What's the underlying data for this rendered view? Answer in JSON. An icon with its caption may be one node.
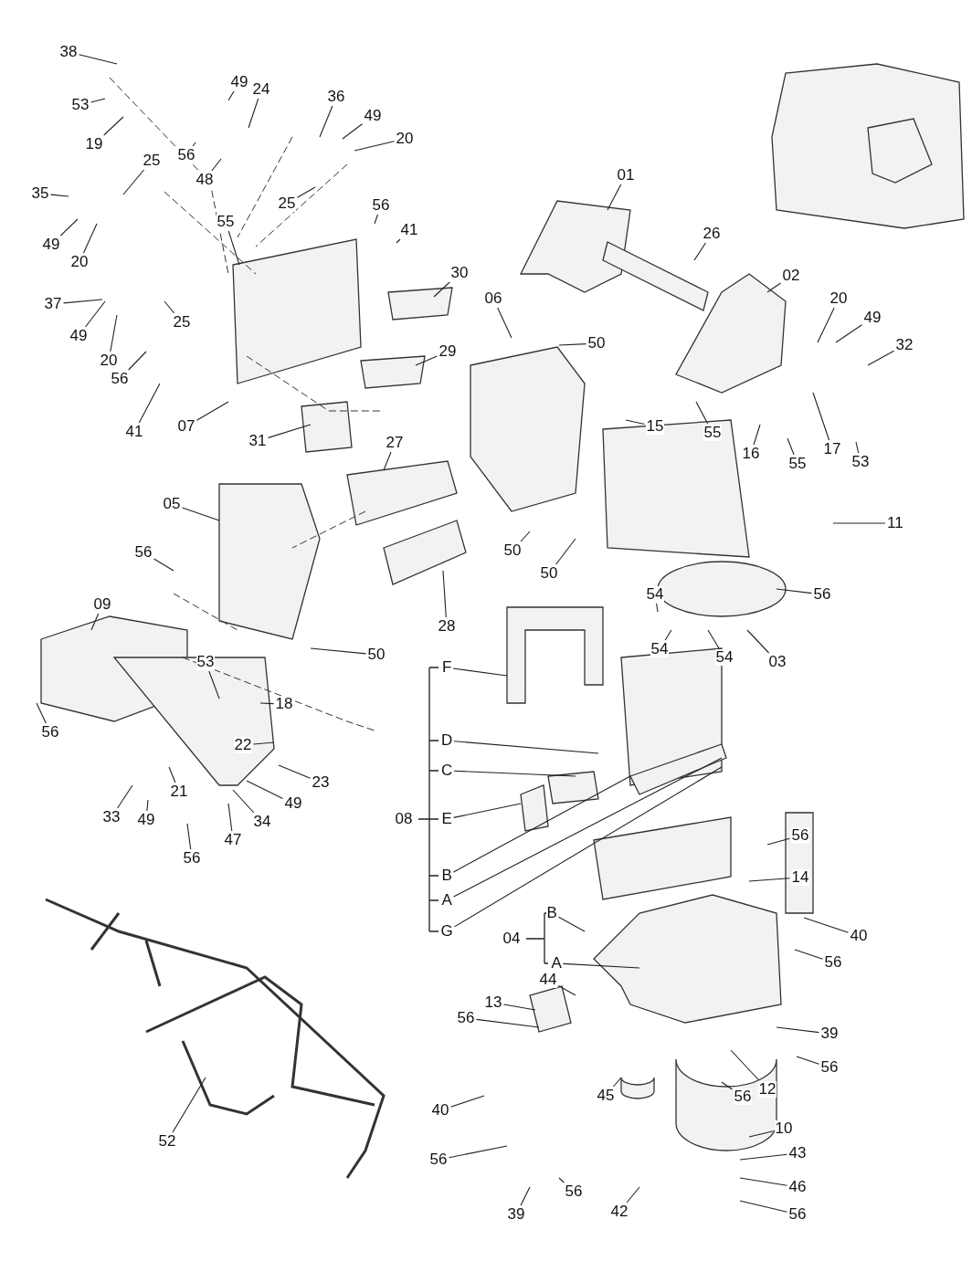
{
  "diagram": {
    "nodes": [
      {
        "text": [
          "38"
        ]
      },
      {
        "text": [
          "53"
        ]
      },
      {
        "text": [
          "19"
        ]
      },
      {
        "text": [
          "49"
        ]
      },
      {
        "text": [
          "24"
        ]
      },
      {
        "text": [
          "56"
        ]
      },
      {
        "text": [
          "48"
        ]
      },
      {
        "text": [
          "36"
        ]
      },
      {
        "text": [
          "49"
        ]
      },
      {
        "text": [
          "20"
        ]
      },
      {
        "text": [
          "25"
        ]
      },
      {
        "text": [
          "25"
        ]
      },
      {
        "text": [
          "35"
        ]
      },
      {
        "text": [
          "49"
        ]
      },
      {
        "text": [
          "20"
        ]
      },
      {
        "text": [
          "55"
        ]
      },
      {
        "text": [
          "56"
        ]
      },
      {
        "text": [
          "41"
        ]
      },
      {
        "text": [
          "30"
        ]
      },
      {
        "text": [
          "37"
        ]
      },
      {
        "text": [
          "25"
        ]
      },
      {
        "text": [
          "49"
        ]
      },
      {
        "text": [
          "20"
        ]
      },
      {
        "text": [
          "56"
        ]
      },
      {
        "text": [
          "41"
        ]
      },
      {
        "text": [
          "07"
        ]
      },
      {
        "text": [
          "29"
        ]
      },
      {
        "text": [
          "31"
        ]
      },
      {
        "text": [
          "01"
        ]
      },
      {
        "text": [
          "26"
        ]
      },
      {
        "text": [
          "02"
        ]
      },
      {
        "text": [
          "06"
        ]
      },
      {
        "text": [
          "50"
        ]
      },
      {
        "text": [
          "20"
        ]
      },
      {
        "text": [
          "49"
        ]
      },
      {
        "text": [
          "32"
        ]
      },
      {
        "text": [
          "15"
        ]
      },
      {
        "text": [
          "55"
        ]
      },
      {
        "text": [
          "17"
        ]
      },
      {
        "text": [
          "16"
        ]
      },
      {
        "text": [
          "53"
        ]
      },
      {
        "text": [
          "55"
        ]
      },
      {
        "text": [
          "11"
        ]
      },
      {
        "text": [
          "05"
        ]
      },
      {
        "text": [
          "27"
        ]
      },
      {
        "text": [
          "56"
        ]
      },
      {
        "text": [
          "50"
        ]
      },
      {
        "text": [
          "50"
        ]
      },
      {
        "text": [
          "09"
        ]
      },
      {
        "text": [
          "56"
        ]
      },
      {
        "text": [
          "54"
        ]
      },
      {
        "text": [
          "54"
        ]
      },
      {
        "text": [
          "54"
        ]
      },
      {
        "text": [
          "03"
        ]
      },
      {
        "text": [
          "28"
        ]
      },
      {
        "text": [
          "50"
        ]
      },
      {
        "text": [
          "53"
        ]
      },
      {
        "text": [
          "18"
        ]
      },
      {
        "text": [
          "56"
        ]
      },
      {
        "text": [
          "22"
        ]
      },
      {
        "text": [
          "23"
        ]
      },
      {
        "text": [
          "33"
        ]
      },
      {
        "text": [
          "21"
        ]
      },
      {
        "text": [
          "49"
        ]
      },
      {
        "text": [
          "49"
        ]
      },
      {
        "text": [
          "34"
        ]
      },
      {
        "text": [
          "47"
        ]
      },
      {
        "text": [
          "56"
        ]
      },
      {
        "text": [
          "F"
        ]
      },
      {
        "text": [
          "D"
        ]
      },
      {
        "text": [
          "C"
        ]
      },
      {
        "text": [
          "E"
        ]
      },
      {
        "text": [
          "B"
        ]
      },
      {
        "text": [
          "A"
        ]
      },
      {
        "text": [
          "G"
        ]
      },
      {
        "text": [
          "B"
        ]
      },
      {
        "text": [
          "A"
        ]
      },
      {
        "text": [
          "56"
        ]
      },
      {
        "text": [
          "14"
        ]
      },
      {
        "text": [
          "40"
        ]
      },
      {
        "text": [
          "56"
        ]
      },
      {
        "text": [
          "44"
        ]
      },
      {
        "text": [
          "13"
        ]
      },
      {
        "text": [
          "56"
        ]
      },
      {
        "text": [
          "39"
        ]
      },
      {
        "text": [
          "56"
        ]
      },
      {
        "text": [
          "12"
        ]
      },
      {
        "text": [
          "56"
        ]
      },
      {
        "text": [
          "45"
        ]
      },
      {
        "text": [
          "40"
        ]
      },
      {
        "text": [
          "10"
        ]
      },
      {
        "text": [
          "43"
        ]
      },
      {
        "text": [
          "46"
        ]
      },
      {
        "text": [
          "56"
        ]
      },
      {
        "text": [
          "56"
        ]
      },
      {
        "text": [
          "39"
        ]
      },
      {
        "text": [
          "56"
        ]
      },
      {
        "text": [
          "42"
        ]
      },
      {
        "text": [
          "52"
        ]
      }
    ],
    "edges": [
      {
        "from": 0,
        "to": null,
        "arrow": "none"
      },
      {
        "from": 1,
        "to": null,
        "arrow": "none"
      },
      {
        "from": 2,
        "to": null,
        "arrow": "none"
      },
      {
        "from": 3,
        "to": null,
        "arrow": "none"
      },
      {
        "from": 4,
        "to": null,
        "arrow": "none"
      },
      {
        "from": 5,
        "to": null,
        "arrow": "none"
      },
      {
        "from": 6,
        "to": null,
        "arrow": "none"
      },
      {
        "from": 7,
        "to": null,
        "arrow": "none"
      },
      {
        "from": 8,
        "to": null,
        "arrow": "none"
      },
      {
        "from": 9,
        "to": null,
        "arrow": "none"
      },
      {
        "from": 10,
        "to": null,
        "arrow": "none"
      },
      {
        "from": 11,
        "to": null,
        "arrow": "none"
      },
      {
        "from": 12,
        "to": null,
        "arrow": "none"
      },
      {
        "from": 13,
        "to": null,
        "arrow": "none"
      },
      {
        "from": 14,
        "to": null,
        "arrow": "none"
      },
      {
        "from": 15,
        "to": null,
        "arrow": "none"
      },
      {
        "from": 16,
        "to": null,
        "arrow": "none"
      },
      {
        "from": 17,
        "to": null,
        "arrow": "none"
      },
      {
        "from": 18,
        "to": null,
        "arrow": "none"
      },
      {
        "from": 19,
        "to": null,
        "arrow": "none"
      },
      {
        "from": 20,
        "to": null,
        "arrow": "none"
      },
      {
        "from": 21,
        "to": null,
        "arrow": "none"
      },
      {
        "from": 22,
        "to": null,
        "arrow": "none"
      },
      {
        "from": 23,
        "to": null,
        "arrow": "none"
      },
      {
        "from": 24,
        "to": null,
        "arrow": "none"
      },
      {
        "from": 25,
        "to": null,
        "arrow": "none"
      },
      {
        "from": 26,
        "to": null,
        "arrow": "none"
      },
      {
        "from": 27,
        "to": null,
        "arrow": "none"
      },
      {
        "from": 28,
        "to": null,
        "arrow": "none"
      },
      {
        "from": 29,
        "to": null,
        "arrow": "none"
      },
      {
        "from": 30,
        "to": null,
        "arrow": "none"
      },
      {
        "from": 31,
        "to": null,
        "arrow": "none"
      },
      {
        "from": 32,
        "to": null,
        "arrow": "none"
      },
      {
        "from": 33,
        "to": null,
        "arrow": "none"
      },
      {
        "from": 34,
        "to": null,
        "arrow": "none"
      },
      {
        "from": 35,
        "to": null,
        "arrow": "none"
      },
      {
        "from": 36,
        "to": null,
        "arrow": "none"
      },
      {
        "from": 37,
        "to": null,
        "arrow": "none"
      },
      {
        "from": 38,
        "to": null,
        "arrow": "none"
      },
      {
        "from": 39,
        "to": null,
        "arrow": "none"
      },
      {
        "from": 40,
        "to": null,
        "arrow": "none"
      },
      {
        "from": 41,
        "to": null,
        "arrow": "none"
      },
      {
        "from": 42,
        "to": null,
        "arrow": "none"
      },
      {
        "from": 43,
        "to": null,
        "arrow": "none"
      },
      {
        "from": 44,
        "to": null,
        "arrow": "none"
      },
      {
        "from": 45,
        "to": null,
        "arrow": "none"
      },
      {
        "from": 46,
        "to": null,
        "arrow": "none"
      },
      {
        "from": 47,
        "to": null,
        "arrow": "none"
      },
      {
        "from": 48,
        "to": null,
        "arrow": "none"
      },
      {
        "from": 49,
        "to": null,
        "arrow": "none"
      },
      {
        "from": 50,
        "to": null,
        "arrow": "none"
      },
      {
        "from": 51,
        "to": null,
        "arrow": "none"
      },
      {
        "from": 52,
        "to": null,
        "arrow": "none"
      },
      {
        "from": 53,
        "to": null,
        "arrow": "none"
      },
      {
        "from": 54,
        "to": null,
        "arrow": "none"
      },
      {
        "from": 55,
        "to": null,
        "arrow": "none"
      },
      {
        "from": 56,
        "to": null,
        "arrow": "none"
      },
      {
        "from": 57,
        "to": null,
        "arrow": "none"
      },
      {
        "from": 58,
        "to": null,
        "arrow": "none"
      },
      {
        "from": 59,
        "to": null,
        "arrow": "none"
      },
      {
        "from": 60,
        "to": null,
        "arrow": "none"
      },
      {
        "from": 61,
        "to": null,
        "arrow": "none"
      },
      {
        "from": 62,
        "to": null,
        "arrow": "none"
      },
      {
        "from": 63,
        "to": null,
        "arrow": "none"
      },
      {
        "from": 64,
        "to": null,
        "arrow": "none"
      },
      {
        "from": 65,
        "to": null,
        "arrow": "none"
      },
      {
        "from": 66,
        "to": null,
        "arrow": "none"
      },
      {
        "from": 67,
        "to": null,
        "arrow": "none"
      },
      {
        "from": 68,
        "to": null,
        "arrow": "none"
      },
      {
        "from": 69,
        "to": null,
        "arrow": "none"
      },
      {
        "from": 70,
        "to": null,
        "arrow": "none"
      },
      {
        "from": 71,
        "to": null,
        "arrow": "none"
      },
      {
        "from": 72,
        "to": null,
        "arrow": "none"
      },
      {
        "from": 73,
        "to": null,
        "arrow": "none"
      },
      {
        "from": 74,
        "to": null,
        "arrow": "none"
      },
      {
        "from": 75,
        "to": null,
        "arrow": "none"
      },
      {
        "from": 76,
        "to": null,
        "arrow": "none"
      },
      {
        "from": 77,
        "to": null,
        "arrow": "none"
      },
      {
        "from": 78,
        "to": null,
        "arrow": "none"
      },
      {
        "from": 79,
        "to": null,
        "arrow": "none"
      },
      {
        "from": 80,
        "to": null,
        "arrow": "none"
      },
      {
        "from": 81,
        "to": null,
        "arrow": "none"
      },
      {
        "from": 82,
        "to": null,
        "arrow": "none"
      },
      {
        "from": 83,
        "to": null,
        "arrow": "none"
      },
      {
        "from": 84,
        "to": null,
        "arrow": "none"
      },
      {
        "from": 85,
        "to": null,
        "arrow": "none"
      },
      {
        "from": 86,
        "to": null,
        "arrow": "none"
      },
      {
        "from": 87,
        "to": null,
        "arrow": "none"
      },
      {
        "from": 88,
        "to": null,
        "arrow": "none"
      },
      {
        "from": 89,
        "to": null,
        "arrow": "none"
      },
      {
        "from": 90,
        "to": null,
        "arrow": "none"
      },
      {
        "from": 91,
        "to": null,
        "arrow": "none"
      },
      {
        "from": 92,
        "to": null,
        "arrow": "none"
      },
      {
        "from": 93,
        "to": null,
        "arrow": "none"
      },
      {
        "from": 94,
        "to": null,
        "arrow": "none"
      },
      {
        "from": 95,
        "to": null,
        "arrow": "none"
      },
      {
        "from": 96,
        "to": null,
        "arrow": "none"
      },
      {
        "from": 97,
        "to": null,
        "arrow": "none"
      },
      {
        "from": 98,
        "to": null,
        "arrow": "none"
      }
    ],
    "labels": [
      "08",
      "04"
    ]
  }
}
